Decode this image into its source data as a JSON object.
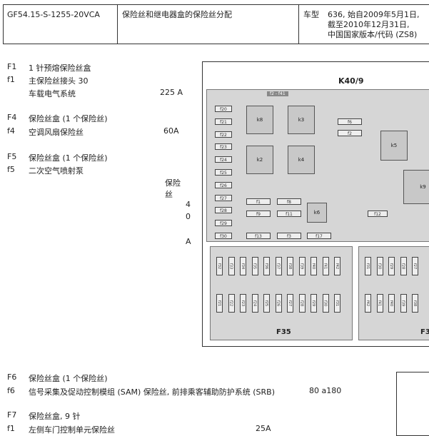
{
  "header": {
    "doc_id": "GF54.15-S-1255-20VCA",
    "title": "保险丝和继电器盒的保险丝分配",
    "model_label": "车型",
    "model_lines": [
      "636, 始自2009年5月1日,",
      "截至2010年12月31日,",
      "中国国家版本/代码 (ZS8)"
    ]
  },
  "entries": {
    "F1": {
      "code": "F1",
      "desc": "1 针预熔保险丝盒"
    },
    "f1a": {
      "code": "f1",
      "desc": "主保险丝接头 30"
    },
    "f1a_sub": {
      "desc": "车载电气系统",
      "value": "225 A"
    },
    "F4": {
      "code": "F4",
      "desc": "保险丝盒 (1 个保险丝)"
    },
    "f4": {
      "code": "f4",
      "desc": "空调风扇保险丝",
      "value": "60A"
    },
    "F5": {
      "code": "F5",
      "desc": "保险丝盒 (1 个保险丝)"
    },
    "f5": {
      "code": "f5",
      "desc": "二次空气喷射泵"
    },
    "f5_value": {
      "l1": "保险",
      "l2": "丝",
      "l3": "4",
      "l4": "0",
      "l5": "A"
    },
    "F6": {
      "code": "F6",
      "desc": "保险丝盒 (1 个保险丝)"
    },
    "f6": {
      "code": "f6",
      "desc": "信号采集及促动控制模组 (SAM) 保险丝, 前排乘客辅助防护系统 (SRB)",
      "value": "80 a180"
    },
    "F7": {
      "code": "F7",
      "desc": "保险丝盒, 9 针"
    },
    "f1b": {
      "code": "f1",
      "desc": "左侧车门控制单元保险丝",
      "value": "25A"
    }
  },
  "diagram": {
    "title": "K40/9",
    "board_label": "f2 - f41",
    "left_fuses": [
      "f20",
      "f21",
      "f22",
      "f23",
      "f24",
      "f25",
      "f26",
      "f27",
      "f28",
      "f29",
      "f30"
    ],
    "relays": [
      "k8",
      "k3",
      "k2",
      "k4",
      "k5",
      "k9",
      "k6"
    ],
    "small_fuses": [
      "f6",
      "f2",
      "f1",
      "f8",
      "f9",
      "f11",
      "f12",
      "f13",
      "f3",
      "f17"
    ],
    "bank1_top": [
      "f32",
      "f33",
      "f34",
      "f35",
      "f36",
      "f37",
      "f38",
      "f39",
      "f40",
      "f41",
      "f42"
    ],
    "bank1_bottom": [
      "f21",
      "f22",
      "f23",
      "f24",
      "f25",
      "f26",
      "f27",
      "f28",
      "f29",
      "f30",
      "f31"
    ],
    "bank2_top": [
      "f31",
      "f30",
      "f29",
      "f28",
      "f27"
    ],
    "bank2_bottom": [
      "f42",
      "f41",
      "f40",
      "f39",
      "f38"
    ],
    "bank1_label": "F35",
    "bank2_label": "F3"
  }
}
